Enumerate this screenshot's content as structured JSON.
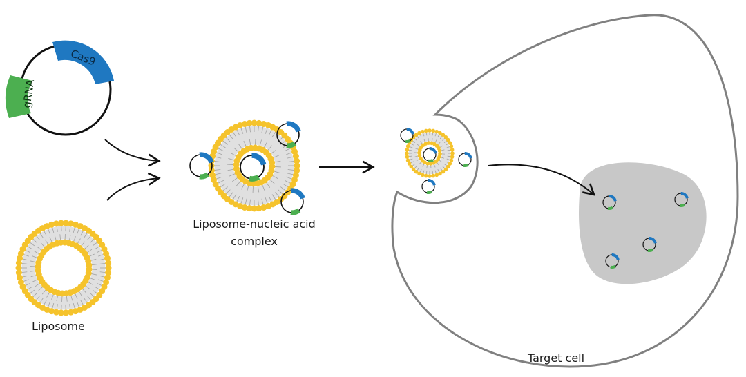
{
  "plasmid": {
    "label_cas9": "Cas9",
    "label_grna": "gRNA"
  },
  "labels": {
    "liposome": "Liposome",
    "complex_line1": "Liposome-nucleic acid",
    "complex_line2": "complex",
    "target_cell": "Target cell"
  },
  "colors": {
    "lipid_head": "#f5c32c",
    "lipid_tail": "#a0a0a0",
    "cas9_blue": "#1f78c1",
    "grna_green": "#4caf50",
    "cell_outline": "#808080",
    "nucleus_fill": "#c8c8c8",
    "arrow": "#111111"
  }
}
